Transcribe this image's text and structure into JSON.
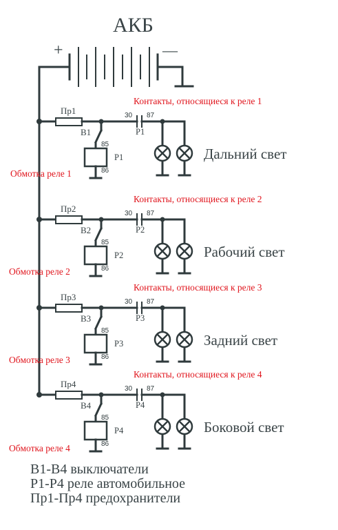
{
  "battery": {
    "label": "АКБ",
    "plus": "+",
    "minus": "—"
  },
  "circuits": [
    {
      "fuse": "Пр1",
      "switch": "В1",
      "relay": "Р1",
      "relay_contacts": "Р1",
      "pin30": "30",
      "pin87": "87",
      "pin85": "85",
      "pin86": "86",
      "contacts_label": "Контакты, относящиеся к реле 1",
      "coil_label": "Обмотка реле 1",
      "load": "Дальний свет"
    },
    {
      "fuse": "Пр2",
      "switch": "В2",
      "relay": "Р2",
      "relay_contacts": "Р2",
      "pin30": "30",
      "pin87": "87",
      "pin85": "85",
      "pin86": "86",
      "contacts_label": "Контакты, относящиеся к реле 2",
      "coil_label": "Обмотка реле 2",
      "load": "Рабочий свет"
    },
    {
      "fuse": "Пр3",
      "switch": "В3",
      "relay": "Р3",
      "relay_contacts": "Р3",
      "pin30": "30",
      "pin87": "87",
      "pin85": "85",
      "pin86": "86",
      "contacts_label": "Контакты, относящиеся к реле 3",
      "coil_label": "Обмотка реле 3",
      "load": "Задний свет"
    },
    {
      "fuse": "Пр4",
      "switch": "В4",
      "relay": "Р4",
      "relay_contacts": "Р4",
      "pin30": "30",
      "pin87": "87",
      "pin85": "85",
      "pin86": "86",
      "contacts_label": "Контакты, относящиеся к реле 4",
      "coil_label": "Обмотка реле 4",
      "load": "Боковой свет"
    }
  ],
  "legend": [
    "В1-В4 выключатели",
    "Р1-Р4 реле автомобильное",
    "Пр1-Пр4 предохранители"
  ],
  "colors": {
    "wire": "#2f3a3c",
    "annotation": "#e0141c",
    "text": "#3a4447"
  }
}
